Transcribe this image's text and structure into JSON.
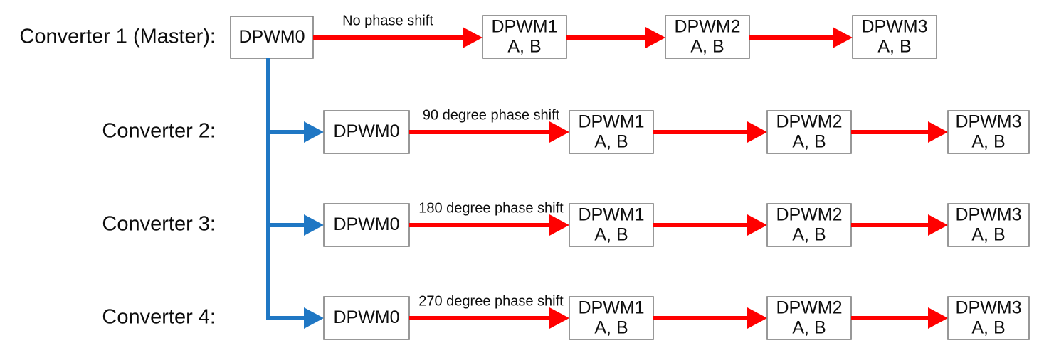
{
  "diagram": {
    "title": "Multi-converter DPWM phase shift chaining diagram",
    "colors": {
      "red_arrow": "#ff0000",
      "blue_arrow": "#1f77c4",
      "box_border": "#7f7f7f",
      "box_fill": "#ffffff",
      "text": "#0d0d0d",
      "background": "#ffffff"
    },
    "rows": [
      {
        "label": "Converter 1 (Master):",
        "phase_label": "No phase shift",
        "boxes": [
          {
            "line1": "DPWM0",
            "line2": ""
          },
          {
            "line1": "DPWM1",
            "line2": "A, B"
          },
          {
            "line1": "DPWM2",
            "line2": "A, B"
          },
          {
            "line1": "DPWM3",
            "line2": "A, B"
          }
        ]
      },
      {
        "label": "Converter 2:",
        "phase_label": "90 degree phase shift",
        "boxes": [
          {
            "line1": "DPWM0",
            "line2": ""
          },
          {
            "line1": "DPWM1",
            "line2": "A, B"
          },
          {
            "line1": "DPWM2",
            "line2": "A, B"
          },
          {
            "line1": "DPWM3",
            "line2": "A, B"
          }
        ]
      },
      {
        "label": "Converter 3:",
        "phase_label": "180 degree phase shift",
        "boxes": [
          {
            "line1": "DPWM0",
            "line2": ""
          },
          {
            "line1": "DPWM1",
            "line2": "A, B"
          },
          {
            "line1": "DPWM2",
            "line2": "A, B"
          },
          {
            "line1": "DPWM3",
            "line2": "A, B"
          }
        ]
      },
      {
        "label": "Converter 4:",
        "phase_label": "270 degree phase shift",
        "boxes": [
          {
            "line1": "DPWM0",
            "line2": ""
          },
          {
            "line1": "DPWM1",
            "line2": "A, B"
          },
          {
            "line1": "DPWM2",
            "line2": "A, B"
          },
          {
            "line1": "DPWM3",
            "line2": "A, B"
          }
        ]
      }
    ]
  }
}
